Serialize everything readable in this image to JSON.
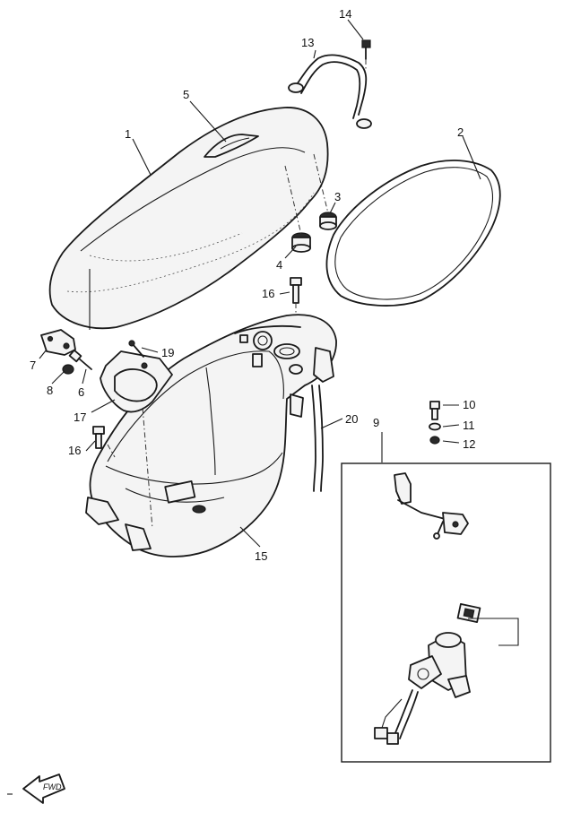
{
  "callouts": {
    "c1": "1",
    "c2": "2",
    "c3": "3",
    "c4": "4",
    "c5": "5",
    "c6": "6",
    "c7": "7",
    "c8": "8",
    "c9": "9",
    "c10": "10",
    "c11": "11",
    "c12": "12",
    "c13": "13",
    "c14": "14",
    "c15": "15",
    "c16a": "16",
    "c16b": "16",
    "c17": "17",
    "c19": "19",
    "c20": "20"
  },
  "front_arrow_label": "FWD"
}
